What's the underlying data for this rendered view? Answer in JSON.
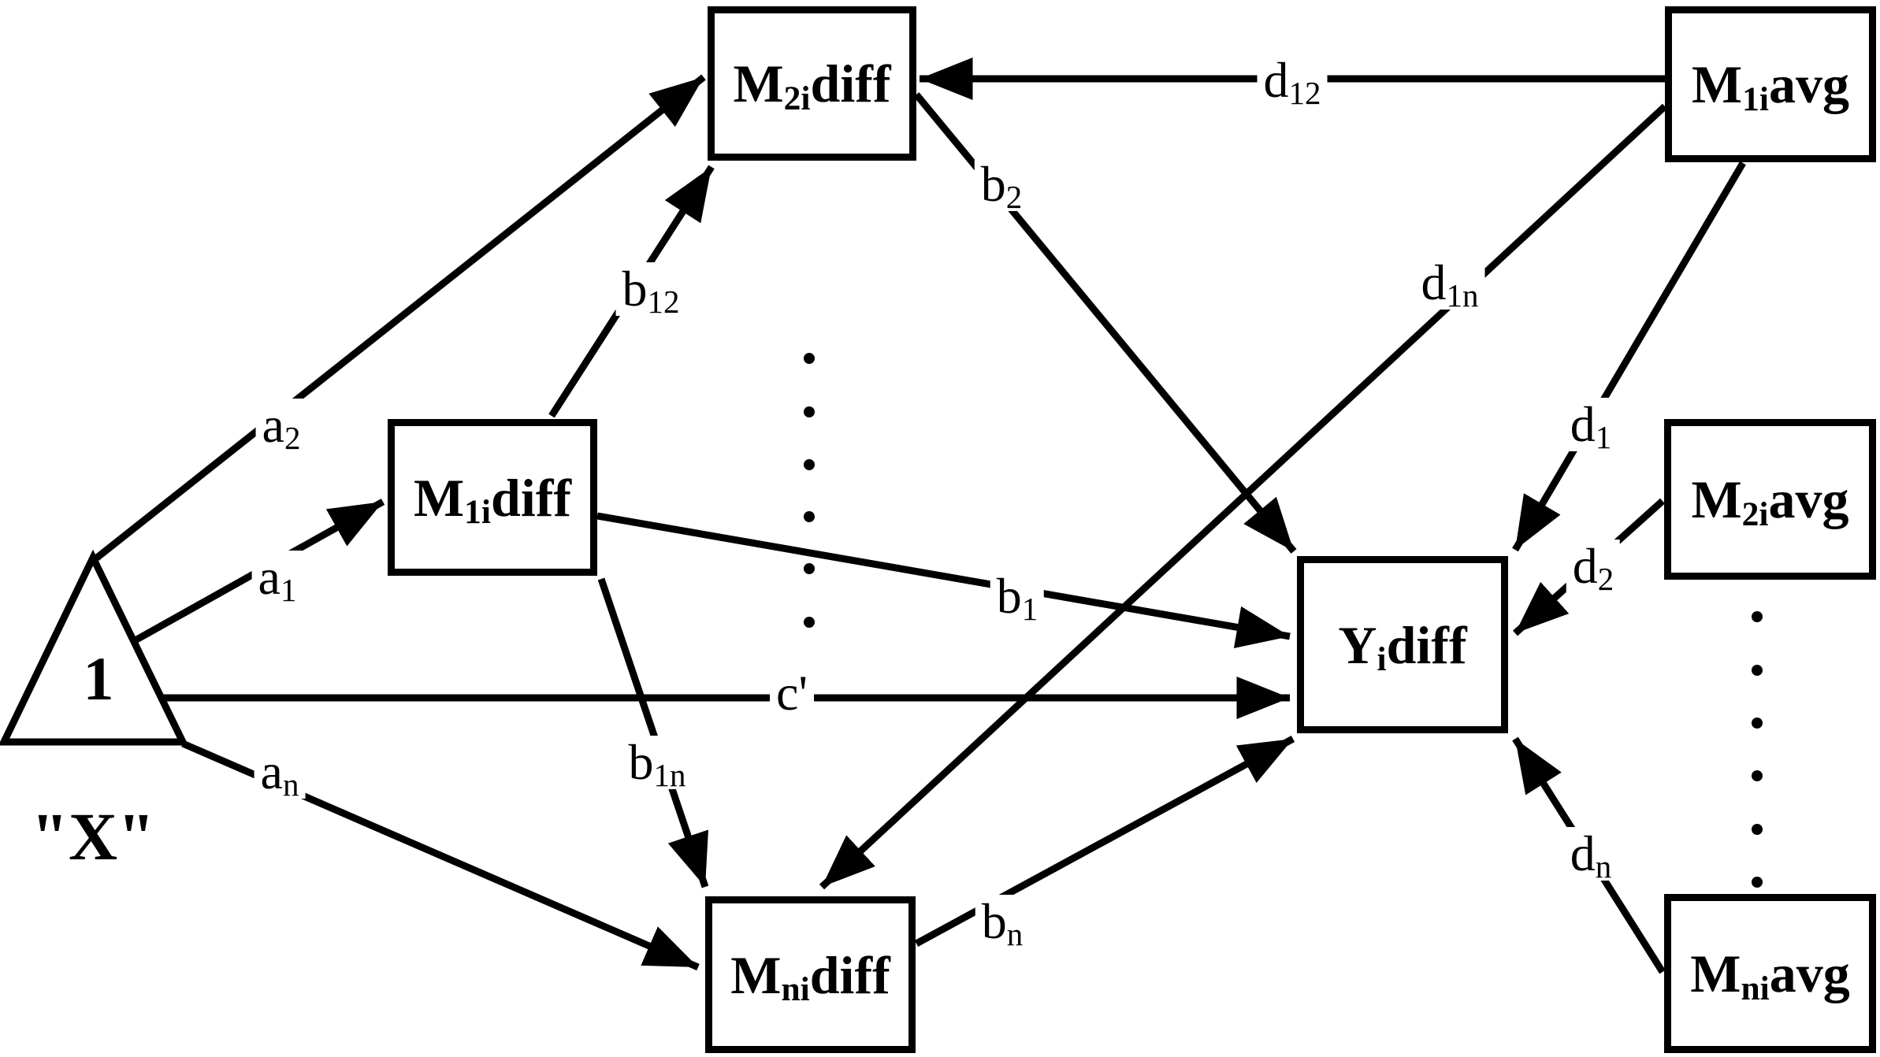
{
  "diagram": {
    "type": "path-diagram",
    "colors": {
      "line": "#000000",
      "background": "#ffffff"
    },
    "nodes": {
      "m2i_diff": {
        "main": "M",
        "sub": "2i",
        "suffix": "diff"
      },
      "m1i_avg": {
        "main": "M",
        "sub": "1i",
        "suffix": "avg"
      },
      "m1i_diff": {
        "main": "M",
        "sub": "1i",
        "suffix": "diff"
      },
      "y_diff": {
        "main": "Y",
        "sub": "i",
        "suffix": "diff"
      },
      "m2i_avg": {
        "main": "M",
        "sub": "2i",
        "suffix": "avg"
      },
      "mni_diff": {
        "main": "M",
        "sub": "ni",
        "suffix": "diff"
      },
      "mni_avg": {
        "main": "M",
        "sub": "ni",
        "suffix": "avg"
      }
    },
    "triangle": {
      "label": "1",
      "caption": "\"X\""
    },
    "edge_labels": {
      "a2": {
        "base": "a",
        "sub": "2"
      },
      "a1": {
        "base": "a",
        "sub": "1"
      },
      "an": {
        "base": "a",
        "sub": "n"
      },
      "c": {
        "base": "c'",
        "sub": ""
      },
      "b12": {
        "base": "b",
        "sub": "12"
      },
      "b2": {
        "base": "b",
        "sub": "2"
      },
      "b1": {
        "base": "b",
        "sub": "1"
      },
      "b1n": {
        "base": "b",
        "sub": "1n"
      },
      "bn": {
        "base": "b",
        "sub": "n"
      },
      "d12": {
        "base": "d",
        "sub": "12"
      },
      "d1n": {
        "base": "d",
        "sub": "1n"
      },
      "d1": {
        "base": "d",
        "sub": "1"
      },
      "d2": {
        "base": "d",
        "sub": "2"
      },
      "dn": {
        "base": "d",
        "sub": "n"
      }
    }
  }
}
